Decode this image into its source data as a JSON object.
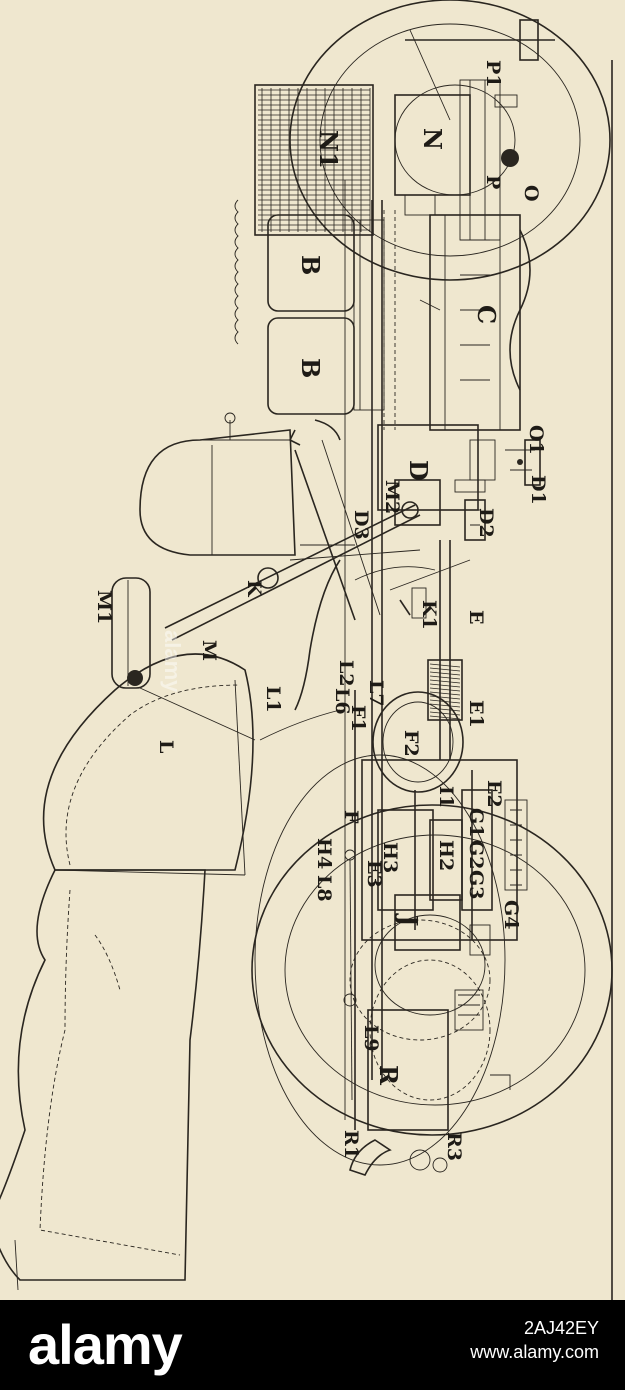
{
  "diagram": {
    "labels": {
      "N1": "N1",
      "N": "N",
      "B_left": "B",
      "B_right": "B",
      "C": "C",
      "P": "P",
      "P1": "P1",
      "O": "O",
      "O1": "O1",
      "D": "D",
      "D1": "D1",
      "D2": "D2",
      "D3": "D3",
      "M": "M",
      "M1": "M1",
      "M2": "M2",
      "K": "K",
      "K1": "K1",
      "E": "E",
      "E1": "E1",
      "E2": "E2",
      "E3": "E3",
      "L": "L",
      "L1": "L1",
      "L2": "L2",
      "L6": "L6",
      "L7": "L7",
      "L8": "L8",
      "L9": "L9",
      "F": "F",
      "F1": "F1",
      "F2": "F2",
      "G1": "G1",
      "G2": "G2",
      "G3": "G3",
      "G4": "G4",
      "H1": "I1",
      "H2": "H2",
      "H3": "H3",
      "H4": "H4",
      "J": "J",
      "R": "R",
      "R1": "R1",
      "R3": "R3"
    },
    "watermark": "alamy"
  },
  "footer": {
    "brand": "alamy",
    "image_id": "2AJ42EY",
    "site": "www.alamy.com"
  },
  "colors": {
    "paper": "#efe7cf",
    "ink": "#2a2620",
    "footer_bg": "#000000",
    "footer_text": "#ffffff"
  }
}
